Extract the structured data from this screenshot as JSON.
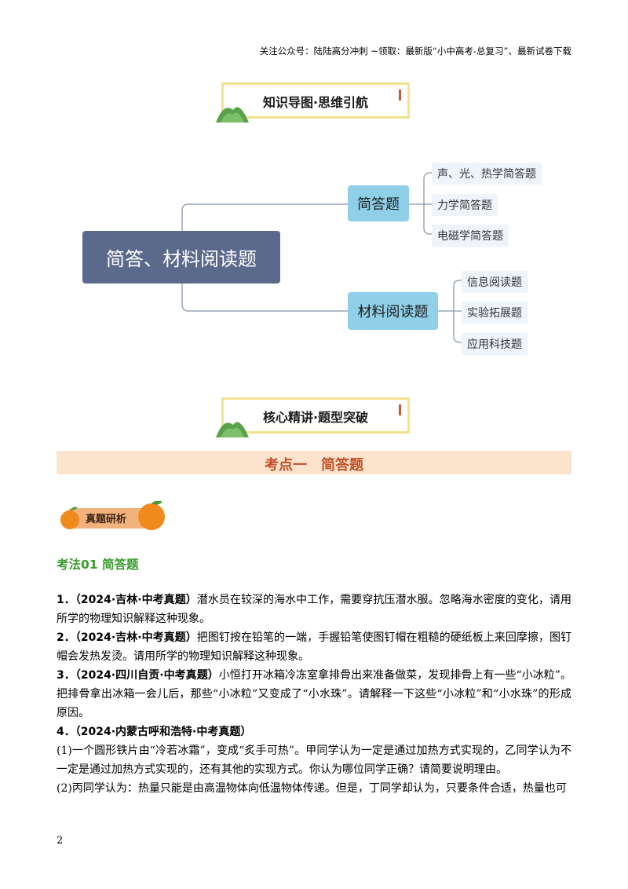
{
  "header_note": "关注公众号：陆陆高分冲刺  ~领取：最新版“小中高考-总复习”、最新试卷下载",
  "banner1": "知识导图·思维引航",
  "banner2": "核心精讲·题型突破",
  "mindmap": {
    "center": "简答、材料阅读题",
    "branches": [
      {
        "label": "简答题",
        "leaves": [
          "声、光、热学简答题",
          "力学简答题",
          "电磁学简答题"
        ]
      },
      {
        "label": "材料阅读题",
        "leaves": [
          "信息阅读题",
          "实验拓展题",
          "应用科技题"
        ]
      }
    ]
  },
  "section_title": "考点一　简答题",
  "badge_label": "真题研析",
  "method_title": "考法01 简答题",
  "questions": [
    {
      "num": "1．",
      "source": "（2024·吉林·中考真题）",
      "text": "潜水员在较深的海水中工作，需要穿抗压潜水服。忽略海水密度的变化，请用所学的物理知识解释这种现象。"
    },
    {
      "num": "2．",
      "source": "（2024·吉林·中考真题）",
      "text": "把图钉按在铅笔的一端，手握铅笔使图钉帽在粗糙的硬纸板上来回摩擦，图钉帽会发热发烫。请用所学的物理知识解释这种现象。"
    },
    {
      "num": "3．",
      "source": "（2024·四川自贡·中考真题）",
      "text": "小恒打开冰箱冷冻室拿排骨出来准备做菜，发现排骨上有一些“小冰粒”。把排骨拿出冰箱一会儿后，那些“小冰粒”又变成了“小水珠”。请解释一下这些“小冰粒”和“小水珠”的形成原因。"
    },
    {
      "num": "4．",
      "source": "（2024·内蒙古呼和浩特·中考真题）",
      "text": ""
    }
  ],
  "sub_items": [
    "(1)一个圆形铁片由“冷若冰霜”，变成“炙手可热”。甲同学认为一定是通过加热方式实现的，乙同学认为不一定是通过加热方式实现的，还有其他的实现方式。你认为哪位同学正确？请简要说明理由。",
    "(2)丙同学认为：热量只能是由高温物体向低温物体传递。但是，丁同学却认为，只要条件合适，热量也可"
  ],
  "page_number": "2",
  "colors": {
    "banner_border": "#f3e28d",
    "center_node": "#5b6a8c",
    "branch_node": "#8fd0e8",
    "section_bar": "#fbe3cc",
    "section_text": "#c0502a",
    "method_title": "#3a9a2c"
  }
}
